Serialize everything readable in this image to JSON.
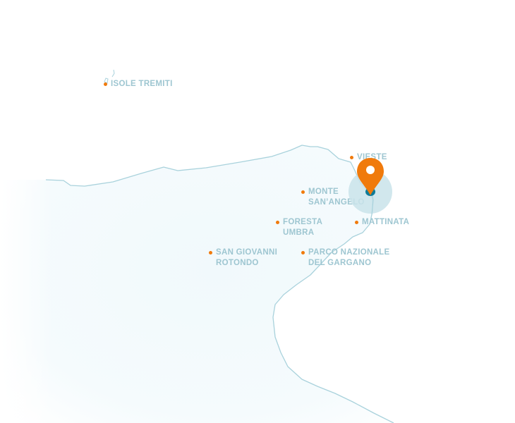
{
  "map": {
    "colors": {
      "land_fill": "#f3fafd",
      "coastline": "#a9d2dc",
      "label": "#9ec6d1",
      "place_dot": "#f07a0c",
      "pin": "#f07a0c",
      "pin_hole": "#ffffff",
      "halo": "#c9e3ea",
      "pin_base": "#0f7c98"
    },
    "places": [
      {
        "id": "isole-tremiti",
        "lines": [
          "ISOLE TREMITI"
        ]
      },
      {
        "id": "vieste",
        "lines": [
          "VIESTE"
        ]
      },
      {
        "id": "monte-sant-angelo",
        "lines": [
          "MONTE",
          "SAN’ANGELO"
        ]
      },
      {
        "id": "foresta-umbra",
        "lines": [
          "FORESTA",
          "UMBRA"
        ]
      },
      {
        "id": "mattinata",
        "lines": [
          "MATTINATA"
        ]
      },
      {
        "id": "san-giovanni-rotondo",
        "lines": [
          "SAN GIOVANNI",
          "ROTONDO"
        ]
      },
      {
        "id": "parco-nazionale-del-gargano",
        "lines": [
          "PARCO NAZIONALE",
          "DEL GARGANO"
        ]
      }
    ],
    "selected_marker": {
      "near": "MONTE SAN’ANGELO / VIESTE coast"
    }
  }
}
